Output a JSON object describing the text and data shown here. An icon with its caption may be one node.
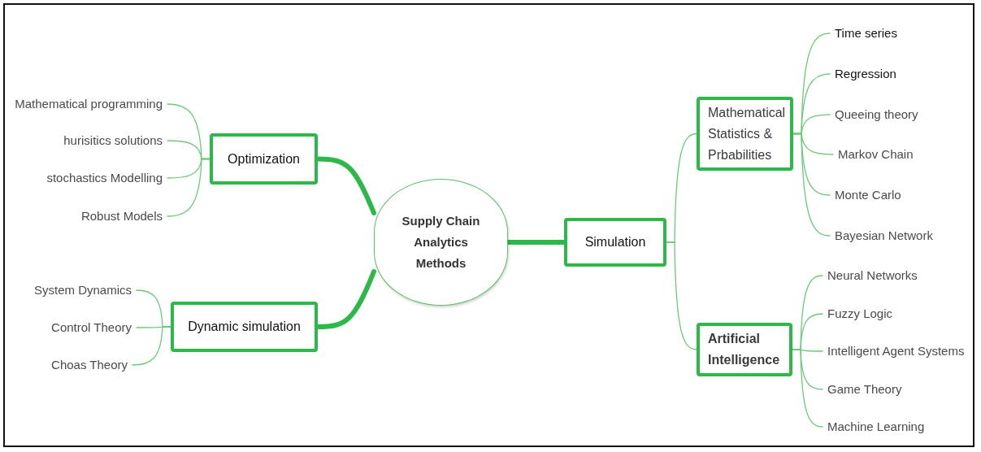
{
  "diagram": {
    "nodes": [
      {
        "text": [
          "Supply Chain Analytics Methods"
        ]
      },
      {
        "text": [
          "Optimization"
        ]
      },
      {
        "text": [
          "Dynamic simulation"
        ]
      },
      {
        "text": [
          "Simulation"
        ]
      },
      {
        "text": [
          "Mathematical Statistics & Prbabilities"
        ]
      },
      {
        "text": [
          "Artificial Intelligence"
        ]
      },
      {
        "text": [
          "Mathematical programming"
        ]
      },
      {
        "text": [
          "hurisitics solutions"
        ]
      },
      {
        "text": [
          "stochastics Modelling"
        ]
      },
      {
        "text": [
          "Robust Models"
        ]
      },
      {
        "text": [
          "System Dynamics"
        ]
      },
      {
        "text": [
          "Control Theory"
        ]
      },
      {
        "text": [
          "Choas Theory"
        ]
      },
      {
        "text": [
          "Time series"
        ]
      },
      {
        "text": [
          "Regression"
        ]
      },
      {
        "text": [
          "Queeing theory"
        ]
      },
      {
        "text": [
          "Markov Chain"
        ]
      },
      {
        "text": [
          "Monte Carlo"
        ]
      },
      {
        "text": [
          "Bayesian Network"
        ]
      },
      {
        "text": [
          "Neural Networks"
        ]
      },
      {
        "text": [
          "Fuzzy Logic"
        ]
      },
      {
        "text": [
          "Intelligent Agent Systems"
        ]
      },
      {
        "text": [
          "Game Theory"
        ]
      },
      {
        "text": [
          "Machine Learning"
        ]
      }
    ],
    "edges": [
      {
        "from": 0,
        "to": 1,
        "arrow": "none",
        "style": "thick"
      },
      {
        "from": 0,
        "to": 2,
        "arrow": "none",
        "style": "thick"
      },
      {
        "from": 0,
        "to": 3,
        "arrow": "none",
        "style": "thick"
      },
      {
        "from": 1,
        "to": 6,
        "arrow": "none"
      },
      {
        "from": 1,
        "to": 7,
        "arrow": "none"
      },
      {
        "from": 1,
        "to": 8,
        "arrow": "none"
      },
      {
        "from": 1,
        "to": 9,
        "arrow": "none"
      },
      {
        "from": 2,
        "to": 10,
        "arrow": "none"
      },
      {
        "from": 2,
        "to": 11,
        "arrow": "none"
      },
      {
        "from": 2,
        "to": 12,
        "arrow": "none"
      },
      {
        "from": 3,
        "to": 4,
        "arrow": "none"
      },
      {
        "from": 3,
        "to": 5,
        "arrow": "none"
      },
      {
        "from": 4,
        "to": 13,
        "arrow": "none"
      },
      {
        "from": 4,
        "to": 14,
        "arrow": "none"
      },
      {
        "from": 4,
        "to": 15,
        "arrow": "none"
      },
      {
        "from": 4,
        "to": 16,
        "arrow": "none"
      },
      {
        "from": 4,
        "to": 17,
        "arrow": "none"
      },
      {
        "from": 4,
        "to": 18,
        "arrow": "none"
      },
      {
        "from": 5,
        "to": 19,
        "arrow": "none"
      },
      {
        "from": 5,
        "to": 20,
        "arrow": "none"
      },
      {
        "from": 5,
        "to": 21,
        "arrow": "none"
      },
      {
        "from": 5,
        "to": 22,
        "arrow": "none"
      },
      {
        "from": 5,
        "to": 23,
        "arrow": "none"
      }
    ]
  }
}
